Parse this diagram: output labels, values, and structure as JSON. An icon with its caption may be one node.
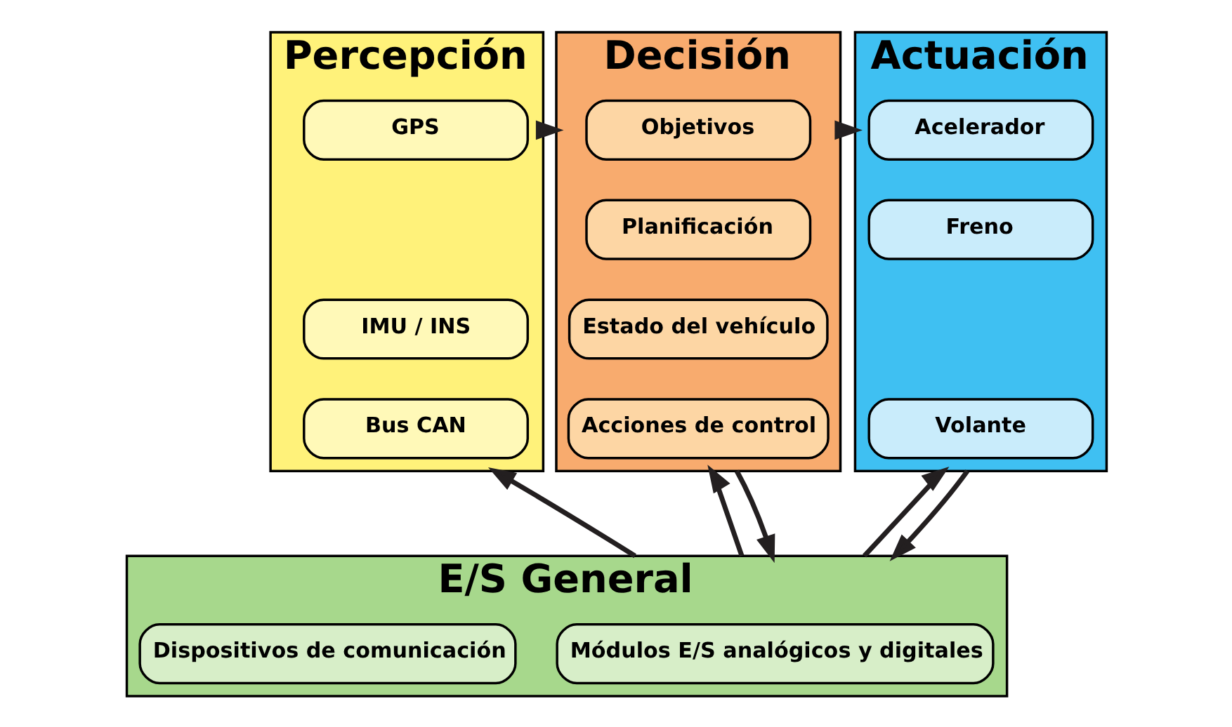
{
  "diagram": {
    "nodes": [
      {
        "text": [
          "Percepción"
        ]
      },
      {
        "text": [
          "GPS"
        ],
        "in": 0
      },
      {
        "text": [
          "IMU / INS"
        ],
        "in": 0
      },
      {
        "text": [
          "Bus CAN"
        ],
        "in": 0
      },
      {
        "text": [
          "Decisión"
        ]
      },
      {
        "text": [
          "Objetivos"
        ],
        "in": 4
      },
      {
        "text": [
          "Planificación"
        ],
        "in": 4
      },
      {
        "text": [
          "Estado del vehículo"
        ],
        "in": 4
      },
      {
        "text": [
          "Acciones de control"
        ],
        "in": 4
      },
      {
        "text": [
          "Actuación"
        ]
      },
      {
        "text": [
          "Acelerador"
        ],
        "in": 9
      },
      {
        "text": [
          "Freno"
        ],
        "in": 9
      },
      {
        "text": [
          "Volante"
        ],
        "in": 9
      },
      {
        "text": [
          "E/S General"
        ]
      },
      {
        "text": [
          "Módulos E/S analógicos y digitales"
        ],
        "in": 13
      },
      {
        "text": [
          "Dispositivos de comunicación"
        ],
        "in": 13
      }
    ],
    "edges": [
      {
        "from": 0,
        "to": 4,
        "arrow": "to"
      },
      {
        "from": 4,
        "to": 9,
        "arrow": "to"
      },
      {
        "from": 13,
        "to": 0,
        "arrow": "to"
      },
      {
        "from": 13,
        "to": 4,
        "arrow": "to"
      },
      {
        "from": 4,
        "to": 13,
        "arrow": "to"
      },
      {
        "from": 13,
        "to": 9,
        "arrow": "to"
      },
      {
        "from": 9,
        "to": 13,
        "arrow": "to"
      }
    ]
  }
}
